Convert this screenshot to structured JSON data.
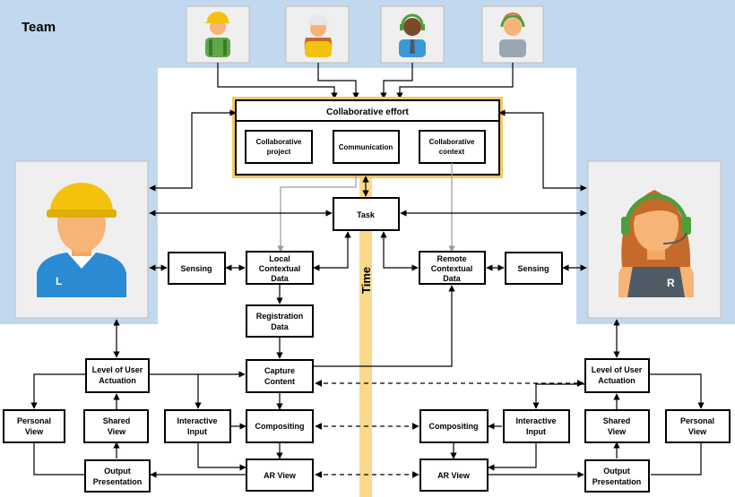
{
  "team_label": "Team",
  "time_label": "Time",
  "collab": {
    "title": "Collaborative effort",
    "items": [
      {
        "line1": "Collaborative",
        "line2": "project"
      },
      {
        "line1": "Communication",
        "line2": ""
      },
      {
        "line1": "Collaborative",
        "line2": "context"
      }
    ]
  },
  "task": "Task",
  "left": {
    "badge": "L",
    "sensing": "Sensing",
    "contextual": {
      "line1": "Local",
      "line2": "Contextual",
      "line3": "Data"
    },
    "registration": {
      "line1": "Registration",
      "line2": "Data"
    },
    "capture": {
      "line1": "Capture",
      "line2": "Content"
    },
    "level": {
      "line1": "Level of User",
      "line2": "Actuation"
    },
    "personal": {
      "line1": "Personal",
      "line2": "View"
    },
    "shared": {
      "line1": "Shared",
      "line2": "View"
    },
    "interactive": {
      "line1": "Interactive",
      "line2": "Input"
    },
    "compositing": "Compositing",
    "arview": "AR View",
    "output": {
      "line1": "Output",
      "line2": "Presentation"
    }
  },
  "right": {
    "badge": "R",
    "sensing": "Sensing",
    "contextual": {
      "line1": "Remote",
      "line2": "Contextual",
      "line3": "Data"
    },
    "level": {
      "line1": "Level of User",
      "line2": "Actuation"
    },
    "personal": {
      "line1": "Personal",
      "line2": "View"
    },
    "shared": {
      "line1": "Shared",
      "line2": "View"
    },
    "interactive": {
      "line1": "Interactive",
      "line2": "Input"
    },
    "compositing": "Compositing",
    "arview": "AR View",
    "output": {
      "line1": "Output",
      "line2": "Presentation"
    }
  },
  "colors": {
    "team_bg": "#c2d8ee",
    "time_bar": "#fbd98a",
    "highlight_border": "#f5c76a",
    "card_bg": "#efefef",
    "gray_arrow": "#9a9a9a",
    "helmet": "#f4c20d",
    "skin": "#f7b477",
    "shirt_blue": "#2a8ad2",
    "hair": "#c56a2a",
    "headset": "#4f9e3b",
    "tank_top": "#4f5b66"
  },
  "team_icons": [
    "worker-helmet-icon",
    "woman-worker-icon",
    "man-headset-icon",
    "woman-headset-icon"
  ]
}
